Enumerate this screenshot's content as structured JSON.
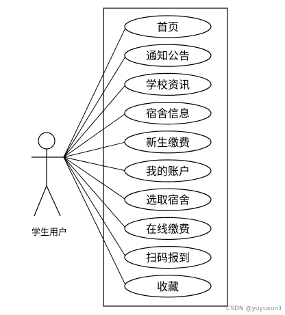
{
  "actor": {
    "name": "学生用户",
    "icon": "stick-figure-icon"
  },
  "use_cases": [
    {
      "label": "首页"
    },
    {
      "label": "通知公告"
    },
    {
      "label": "学校资讯"
    },
    {
      "label": "宿舍信息"
    },
    {
      "label": "新生缴费"
    },
    {
      "label": "我的账户"
    },
    {
      "label": "选取宿舍"
    },
    {
      "label": "在线缴费"
    },
    {
      "label": "扫码报到"
    },
    {
      "label": "收藏"
    }
  ],
  "watermark": "CSDN @yuyuxun1",
  "colors": {
    "stroke": "#000000",
    "background": "#ffffff",
    "watermark": "#8a8a8a"
  }
}
